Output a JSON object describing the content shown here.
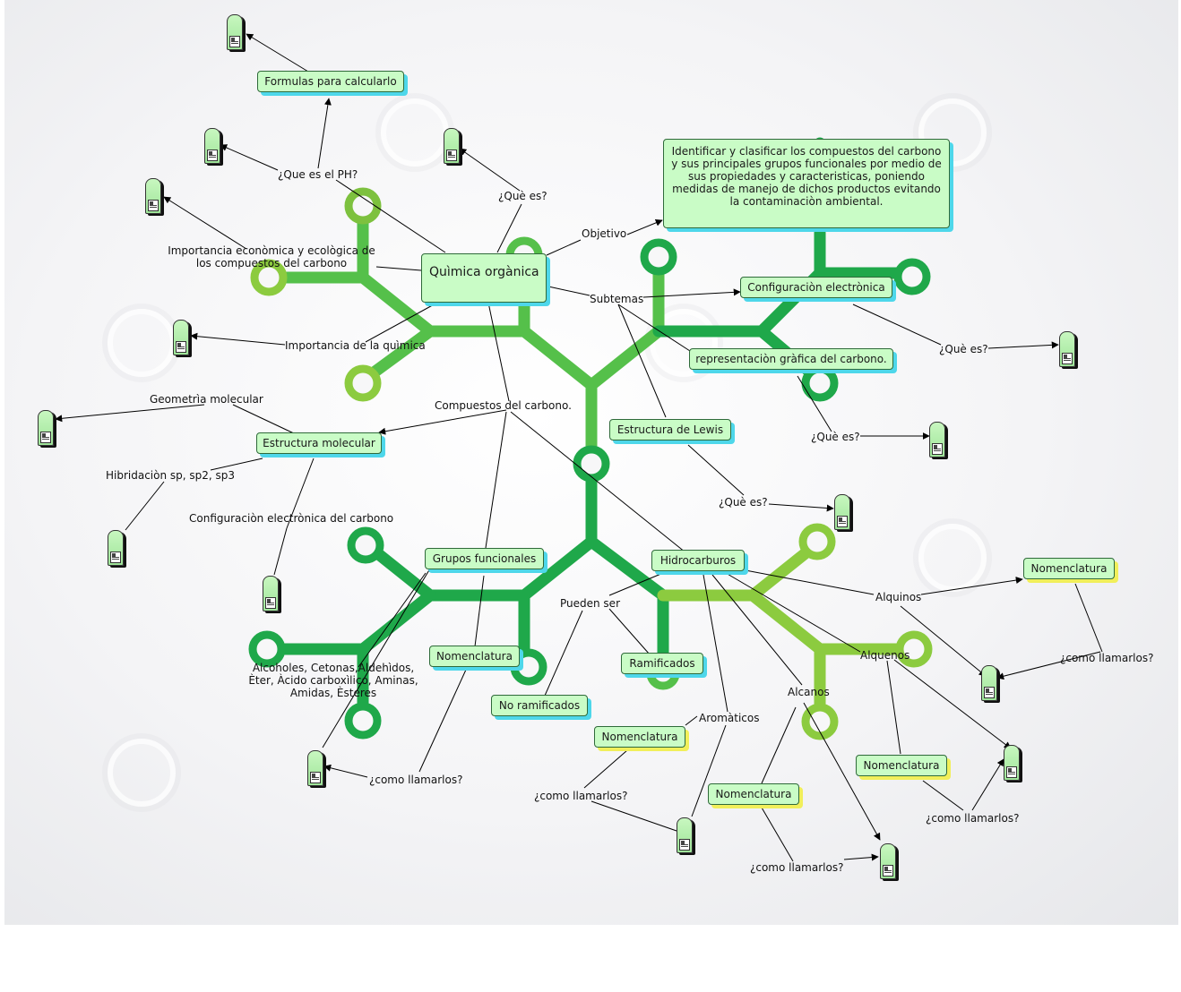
{
  "nodes": {
    "main": "Quìmica orgànica",
    "objective_text": "Identificar y clasificar los compuestos del carbono y sus principales grupos funcionales por medio de sus propiedades y caracteristicas, poniendo medidas de manejo de dichos productos evitando la contaminaciòn ambiental.",
    "formulas": "Formulas para calcularlo",
    "config_electronica": "Configuraciòn electrònica",
    "representacion": "representaciòn gràfica del carbono.",
    "lewis": "Estructura de Lewis",
    "estructura_molecular": "Estructura molecular",
    "grupos_funcionales": "Grupos funcionales",
    "hidrocarburos": "Hidrocarburos",
    "nomenclatura_gf": "Nomenclatura",
    "ramificados": "Ramificados",
    "no_ramificados": "No ramificados",
    "nomenclatura_arom": "Nomenclatura",
    "nomenclatura_alcanos": "Nomenclatura",
    "nomenclatura_alquenos": "Nomenclatura",
    "nomenclatura_alquinos": "Nomenclatura"
  },
  "labels": {
    "que_es_ph": "¿Que es el PH?",
    "que_es_top": "¿Què es?",
    "objetivo": "Objetivo",
    "importancia_eco": "Importancia econòmica y ecològica de los compuestos del carbono",
    "subtemas": "Subtemas",
    "importancia_quimica": "Importancia de la quìmica",
    "que_es_config": "¿Què es?",
    "que_es_repr": "¿Què es?",
    "compuestos": "Compuestos del carbono.",
    "geometria": "Geometrìa molecular",
    "hibridacion": "Hibridaciòn sp, sp2, sp3",
    "que_es_lewis": "¿Què es?",
    "config_carbono": "Configuraciòn electrònica del carbono",
    "pueden_ser": "Pueden ser",
    "alquinos": "Alquinos",
    "como_alquinos": "¿como llamarlos?",
    "alquenos": "Alquenos",
    "alcanos": "Alcanos",
    "aromaticos": "Aromàticos",
    "alcoholes": "Alcoholes, Cetonas,Aldehìdos, Èter, Àcido carboxìlico, Aminas, Amidas, Èsteres",
    "como_gf": "¿como llamarlos?",
    "como_arom": "¿como llamarlos?",
    "como_alquenos": "¿como llamarlos?",
    "como_alcanos": "¿como llamarlos?"
  },
  "colors": {
    "node_fill": "#c9fcc6",
    "shadow_blue": "#4ed7ea",
    "shadow_yellow": "#f1ef5a",
    "tree_dark": "#1fa84a",
    "tree_mid": "#55c04a",
    "tree_light": "#8ccb3f"
  }
}
